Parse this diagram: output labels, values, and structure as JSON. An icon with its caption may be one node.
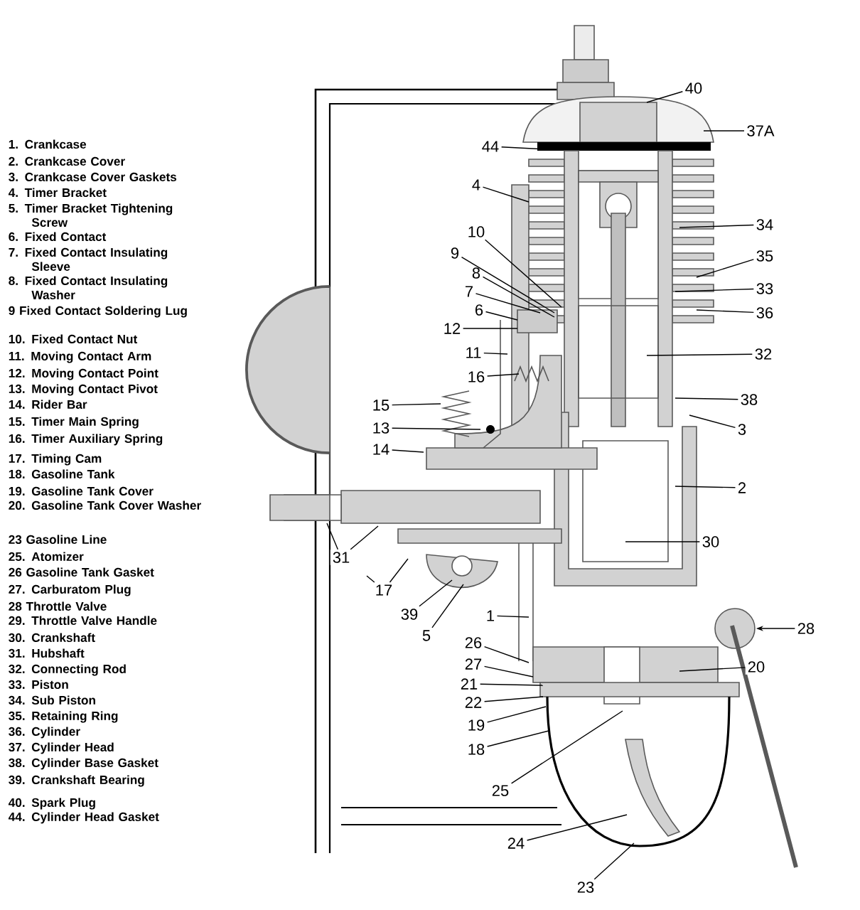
{
  "diagram": {
    "nodes": [
      {
        "text": [
          "40"
        ]
      },
      {
        "text": [
          "37A"
        ]
      },
      {
        "text": [
          "44"
        ]
      },
      {
        "text": [
          "4"
        ]
      },
      {
        "text": [
          "34"
        ]
      },
      {
        "text": [
          "10"
        ]
      },
      {
        "text": [
          "35"
        ]
      },
      {
        "text": [
          "9"
        ]
      },
      {
        "text": [
          "8"
        ]
      },
      {
        "text": [
          "33"
        ]
      },
      {
        "text": [
          "7"
        ]
      },
      {
        "text": [
          "36"
        ]
      },
      {
        "text": [
          "6"
        ]
      },
      {
        "text": [
          "12"
        ]
      },
      {
        "text": [
          "32"
        ]
      },
      {
        "text": [
          "11"
        ]
      },
      {
        "text": [
          "16"
        ]
      },
      {
        "text": [
          "15"
        ]
      },
      {
        "text": [
          "38"
        ]
      },
      {
        "text": [
          "13"
        ]
      },
      {
        "text": [
          "3"
        ]
      },
      {
        "text": [
          "14"
        ]
      },
      {
        "text": [
          "2"
        ]
      },
      {
        "text": [
          "31"
        ]
      },
      {
        "text": [
          "30"
        ]
      },
      {
        "text": [
          "17"
        ]
      },
      {
        "text": [
          "39"
        ]
      },
      {
        "text": [
          "5"
        ]
      },
      {
        "text": [
          "1"
        ]
      },
      {
        "text": [
          "28"
        ]
      },
      {
        "text": [
          "26"
        ]
      },
      {
        "text": [
          "27"
        ]
      },
      {
        "text": [
          "20"
        ]
      },
      {
        "text": [
          "21"
        ]
      },
      {
        "text": [
          "22"
        ]
      },
      {
        "text": [
          "19"
        ]
      },
      {
        "text": [
          "18"
        ]
      },
      {
        "text": [
          "25"
        ]
      },
      {
        "text": [
          "24"
        ]
      },
      {
        "text": [
          "23"
        ]
      }
    ],
    "edges": [
      {
        "from": 0,
        "to": null,
        "arrow": "none"
      },
      {
        "from": 1,
        "to": null,
        "arrow": "none"
      },
      {
        "from": 2,
        "to": null,
        "arrow": "none"
      },
      {
        "from": 3,
        "to": null,
        "arrow": "none"
      },
      {
        "from": 4,
        "to": null,
        "arrow": "none"
      },
      {
        "from": 5,
        "to": null,
        "arrow": "none"
      },
      {
        "from": 6,
        "to": null,
        "arrow": "none"
      },
      {
        "from": 7,
        "to": null,
        "arrow": "none"
      },
      {
        "from": 8,
        "to": null,
        "arrow": "none"
      },
      {
        "from": 9,
        "to": null,
        "arrow": "none"
      },
      {
        "from": 10,
        "to": null,
        "arrow": "none"
      },
      {
        "from": 11,
        "to": null,
        "arrow": "none"
      },
      {
        "from": 12,
        "to": null,
        "arrow": "none"
      },
      {
        "from": 13,
        "to": null,
        "arrow": "none"
      },
      {
        "from": 14,
        "to": null,
        "arrow": "none"
      },
      {
        "from": 15,
        "to": null,
        "arrow": "none"
      },
      {
        "from": 16,
        "to": null,
        "arrow": "none"
      },
      {
        "from": 17,
        "to": null,
        "arrow": "none"
      },
      {
        "from": 18,
        "to": null,
        "arrow": "none"
      },
      {
        "from": 19,
        "to": null,
        "arrow": "none"
      },
      {
        "from": 20,
        "to": null,
        "arrow": "none"
      },
      {
        "from": 21,
        "to": null,
        "arrow": "none"
      },
      {
        "from": 22,
        "to": null,
        "arrow": "none"
      },
      {
        "from": 23,
        "to": null,
        "arrow": "none"
      },
      {
        "from": 23,
        "to": null,
        "arrow": "none"
      },
      {
        "from": 24,
        "to": null,
        "arrow": "none"
      },
      {
        "from": 25,
        "to": null,
        "arrow": "none"
      },
      {
        "from": 25,
        "to": null,
        "arrow": "none"
      },
      {
        "from": 26,
        "to": null,
        "arrow": "none"
      },
      {
        "from": 27,
        "to": null,
        "arrow": "none"
      },
      {
        "from": 28,
        "to": null,
        "arrow": "none"
      },
      {
        "from": 29,
        "to": null,
        "arrow": "to"
      },
      {
        "from": 30,
        "to": null,
        "arrow": "none"
      },
      {
        "from": 31,
        "to": null,
        "arrow": "none"
      },
      {
        "from": 32,
        "to": null,
        "arrow": "none"
      },
      {
        "from": 33,
        "to": null,
        "arrow": "none"
      },
      {
        "from": 34,
        "to": null,
        "arrow": "none"
      },
      {
        "from": 35,
        "to": null,
        "arrow": "none"
      },
      {
        "from": 36,
        "to": null,
        "arrow": "none"
      },
      {
        "from": 37,
        "to": null,
        "arrow": "none"
      },
      {
        "from": 38,
        "to": null,
        "arrow": "none"
      },
      {
        "from": 39,
        "to": null,
        "arrow": "none"
      }
    ],
    "labels": [
      "1. Crankcase",
      "2. Crankcase Cover",
      "3. Crankcase Cover Gaskets",
      "4. Timer Bracket",
      "5. Timer Bracket Tightening Screw",
      "6. Fixed Contact",
      "7. Fixed Contact Insulating Sleeve",
      "8. Fixed Contact Insulating Washer",
      "9 Fixed Contact Soldering Lug",
      "10. Fixed Contact Nut",
      "11. Moving Contact Arm",
      "12. Moving Contact Point",
      "13. Moving Contact Pivot",
      "14. Rider Bar",
      "15. Timer Main Spring",
      "16. Timer Auxiliary Spring",
      "17. Timing Cam",
      "18. Gasoline Tank",
      "19. Gasoline Tank Cover",
      "20. Gasoline Tank Cover Washer",
      "23 Gasoline Line",
      "25. Atomizer",
      "26 Gasoline Tank Gasket",
      "27. Carburatom Plug",
      "28 Throttle Valve",
      "29. Throttle Valve Handle",
      "30. Crankshaft",
      "31. Hubshaft",
      "32. Connecting Rod",
      "33. Piston",
      "34. Sub Piston",
      "35. Retaining Ring",
      "36. Cylinder",
      "37. Cylinder Head",
      "38. Cylinder Base Gasket",
      "39. Crankshaft Bearing",
      "40. Spark Plug",
      "44. Cylinder Head Gasket"
    ]
  }
}
